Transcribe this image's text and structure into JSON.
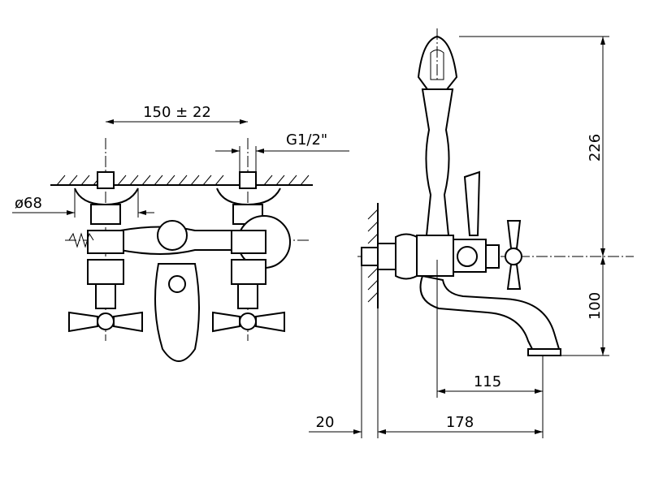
{
  "drawing": {
    "front_view": {
      "center_distance": "150 ± 22",
      "thread": "G1/2\"",
      "flange_diameter": "ø68"
    },
    "side_view": {
      "height_above_axis": "226",
      "height_below_axis": "100",
      "spout_reach": "115",
      "wall_offset": "20",
      "total_projection": "178"
    }
  }
}
